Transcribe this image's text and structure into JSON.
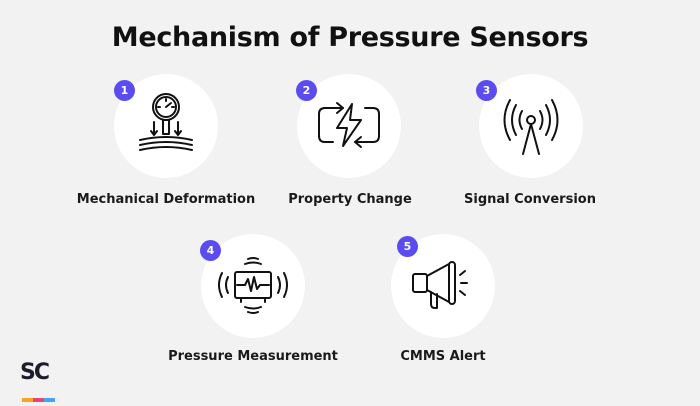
{
  "title": "Mechanism of Pressure Sensors",
  "steps": [
    {
      "number": "1",
      "label": "Mechanical Deformation",
      "icon": "pressure-gauge-icon"
    },
    {
      "number": "2",
      "label": "Property Change",
      "icon": "lightning-cycle-icon"
    },
    {
      "number": "3",
      "label": "Signal Conversion",
      "icon": "signal-tower-icon"
    },
    {
      "number": "4",
      "label": "Pressure Measurement",
      "icon": "vibrating-monitor-icon"
    },
    {
      "number": "5",
      "label": "CMMS Alert",
      "icon": "megaphone-icon"
    }
  ],
  "logo": {
    "text": "SC"
  },
  "colors": {
    "background": "#f2f2f3",
    "badge": "#5b4cf0",
    "circle": "#ffffff",
    "text": "#1a1a1a"
  }
}
